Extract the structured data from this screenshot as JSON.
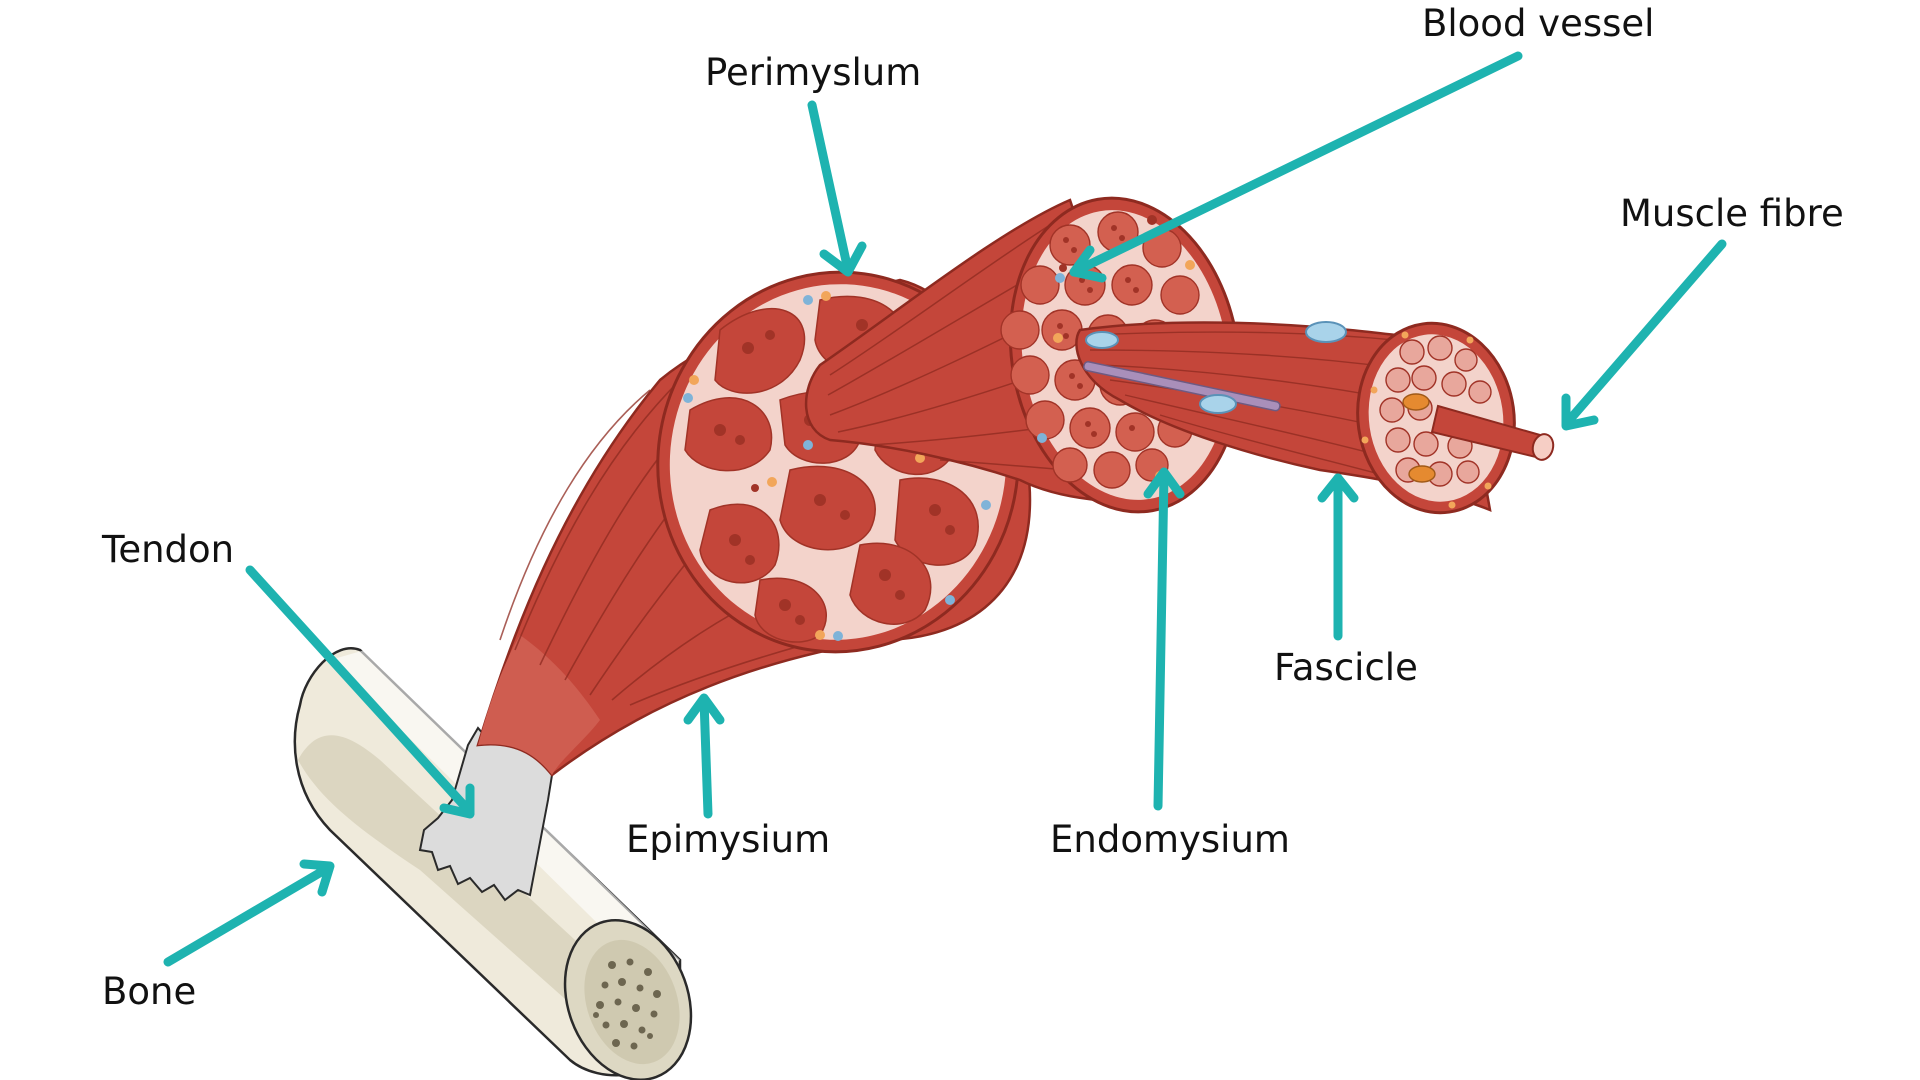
{
  "colors": {
    "arrow": "#1eb3b0",
    "muscle": "#c4463a",
    "muscle_dark": "#a13327",
    "muscle_stripe": "#8e2a20",
    "tissue_pink": "#f3d3cb",
    "bone": "#efeadb",
    "bone_shade": "#d8d2bc",
    "tendon": "#dcdcdc",
    "vessel_blue": "#7fb3d8",
    "vessel_orange": "#f2a65a"
  },
  "labels": {
    "perimyslum": "Perimyslum",
    "blood_vessel": "Blood vessel",
    "muscle_fibre": "Muscle fibre",
    "tendon": "Tendon",
    "fascicle": "Fascicle",
    "epimysium": "Epimysium",
    "endomysium": "Endomysium",
    "bone": "Bone"
  }
}
